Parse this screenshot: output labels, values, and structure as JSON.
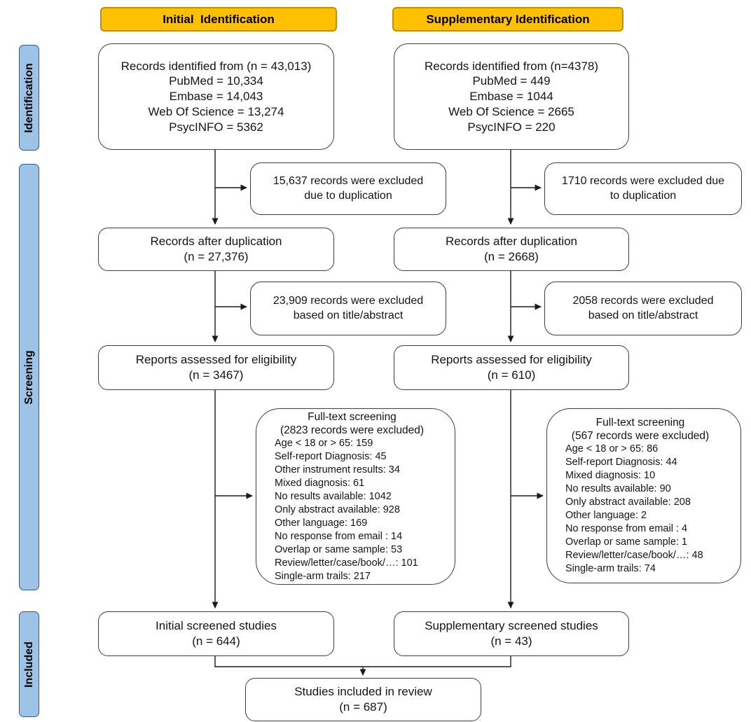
{
  "palette": {
    "header_fill": "#FFC000",
    "header_border": "#BF8F00",
    "stage_fill": "#9DC3E6",
    "stage_border": "#2E5B8F",
    "box_border": "#3D3D3D",
    "arrow": "#1A1A1A"
  },
  "headers": {
    "initial": "Initial  Identification",
    "supplementary": "Supplementary Identification"
  },
  "stages": {
    "identification": "Identification",
    "screening": "Screening",
    "included": "Included"
  },
  "initial": {
    "records": {
      "line1": "Records identified from (n = 43,013)",
      "line2": "PubMed = 10,334",
      "line3": "Embase = 14,043",
      "line4": "Web Of Science = 13,274",
      "line5": "PsycINFO = 5362"
    },
    "dup_excluded": {
      "line1": "15,637 records were excluded",
      "line2": "due to duplication"
    },
    "after_dup": {
      "line1": "Records after duplication",
      "line2": "(n = 27,376)"
    },
    "ta_excluded": {
      "line1": "23,909 records were excluded",
      "line2": "based on title/abstract"
    },
    "eligibility": {
      "line1": "Reports assessed for eligibility",
      "line2": "(n = 3467)"
    },
    "fulltext": {
      "title": "Full-text screening",
      "subtitle": "(2823 records were excluded)",
      "items": [
        "Age < 18 or > 65: 159",
        "Self-report Diagnosis: 45",
        "Other instrument results: 34",
        "Mixed diagnosis: 61",
        "No results available: 1042",
        "Only abstract available: 928",
        "Other language: 169",
        "No response from email : 14",
        "Overlap or same sample: 53",
        "Review/letter/case/book/…: 101",
        "Single-arm trails: 217"
      ]
    },
    "screened": {
      "line1": "Initial screened studies",
      "line2": "(n = 644)"
    }
  },
  "supplementary": {
    "records": {
      "line1": "Records identified from (n=4378)",
      "line2": "PubMed = 449",
      "line3": "Embase = 1044",
      "line4": "Web Of Science = 2665",
      "line5": "PsycINFO = 220"
    },
    "dup_excluded": {
      "line1": "1710 records were excluded due",
      "line2": "to duplication"
    },
    "after_dup": {
      "line1": "Records after duplication",
      "line2": "(n = 2668)"
    },
    "ta_excluded": {
      "line1": "2058 records were excluded",
      "line2": "based on title/abstract"
    },
    "eligibility": {
      "line1": "Reports assessed for eligibility",
      "line2": "(n = 610)"
    },
    "fulltext": {
      "title": "Full-text screening",
      "subtitle": "(567 records were excluded)",
      "items": [
        "Age < 18 or > 65: 86",
        "Self-report Diagnosis: 44",
        "Mixed diagnosis: 10",
        "No results available: 90",
        "Only abstract available: 208",
        "Other language: 2",
        "No response from email : 4",
        "Overlap or same sample: 1",
        "Review/letter/case/book/…: 48",
        "Single-arm trails: 74"
      ]
    },
    "screened": {
      "line1": "Supplementary screened studies",
      "line2": "(n = 43)"
    }
  },
  "final": {
    "line1": "Studies included in review",
    "line2": "(n = 687)"
  }
}
